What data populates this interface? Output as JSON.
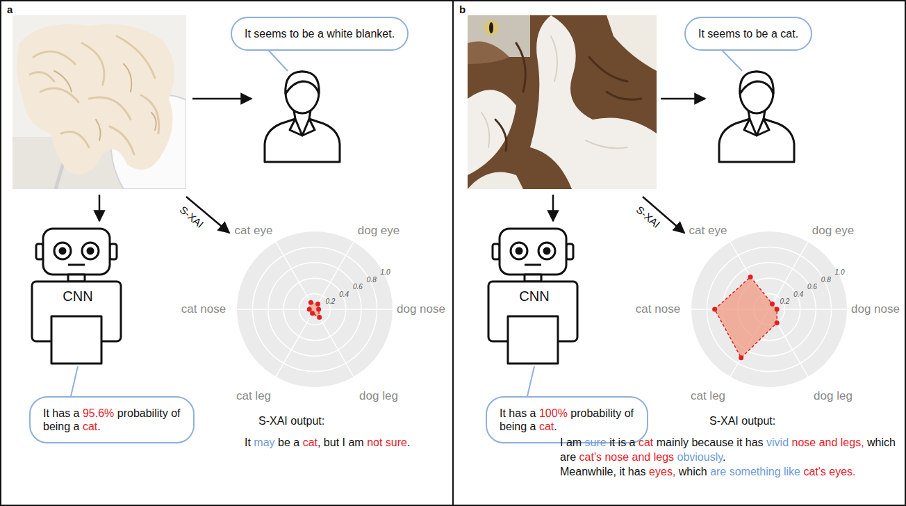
{
  "diagram": {
    "nodes": [
      {
        "text": [
          "a"
        ]
      },
      {
        "text": [
          "It seems to be a white blanket."
        ],
        "in": 0
      },
      {
        "text": [
          "CNN"
        ],
        "in": 0
      },
      {
        "text": [
          "It has a",
          "95.6%",
          "probability of being a",
          "cat",
          "."
        ],
        "in": 0
      },
      {
        "text": [
          "b"
        ]
      },
      {
        "text": [
          "It seems to be a cat."
        ],
        "in": 4
      },
      {
        "text": [
          "CNN"
        ],
        "in": 4
      },
      {
        "text": [
          "It has a",
          "100%",
          "probability of being a",
          "cat",
          "."
        ],
        "in": 4
      }
    ],
    "edges": [
      {
        "from": 2,
        "to": 3,
        "arrow": "none"
      },
      {
        "from": 6,
        "to": 7,
        "arrow": "none"
      }
    ],
    "labels": [
      "S-XAI",
      "cat eye",
      "dog eye",
      "cat nose",
      "dog nose",
      "cat leg",
      "dog leg",
      "0.2",
      "0.4",
      "0.6",
      "0.8",
      "1.0",
      "S-XAI output:",
      "It",
      "may",
      "be a",
      "cat",
      ", but I am",
      "not sure",
      ".",
      "S-XAI",
      "cat eye",
      "dog eye",
      "cat nose",
      "dog nose",
      "cat leg",
      "dog leg",
      "0.2",
      "0.4",
      "0.6",
      "0.8",
      "1.0",
      "S-XAI output:",
      "I am",
      "sure",
      "it is a",
      "cat",
      "mainly because it has",
      "vivid",
      "nose and legs,",
      "which are",
      "cat's nose and legs",
      "obviously",
      ".",
      "Meanwhile, it has",
      "eyes,",
      "which",
      "are something like",
      "cat's eyes."
    ]
  }
}
